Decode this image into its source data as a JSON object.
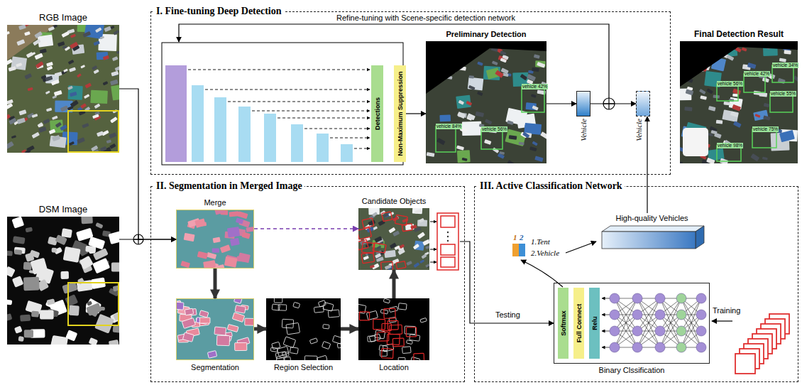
{
  "diagram": {
    "nodes": [
      {
        "text": [
          "RGB Image"
        ]
      },
      {
        "text": [
          "DSM Image"
        ]
      },
      {
        "text": [
          "I. Fine-tuning Deep Detection"
        ]
      },
      {
        "text": [
          "Detections"
        ],
        "in": 2
      },
      {
        "text": [
          "Non-Maximum Suppression"
        ],
        "in": 2
      },
      {
        "text": [
          "Preliminary Detection"
        ],
        "in": 2
      },
      {
        "text": [
          "Vehicle"
        ],
        "in": 2
      },
      {
        "text": [
          "Vehicle"
        ],
        "in": 2
      },
      {
        "text": [
          "Final Detection Result"
        ]
      },
      {
        "text": [
          "II. Segmentation in Merged Image"
        ]
      },
      {
        "text": [
          "Merge"
        ],
        "in": 9
      },
      {
        "text": [
          "Candidate Objects"
        ],
        "in": 9
      },
      {
        "text": [
          "Segmentation"
        ],
        "in": 9
      },
      {
        "text": [
          "Region Selection"
        ],
        "in": 9
      },
      {
        "text": [
          "Location"
        ],
        "in": 9
      },
      {
        "text": [
          "III. Active Classification Network"
        ]
      },
      {
        "text": [
          "High-quality Vehicles"
        ],
        "in": 15
      },
      {
        "text": [
          "Binary Clssification"
        ],
        "in": 15
      },
      {
        "text": [
          "Softmax"
        ],
        "in": 17
      },
      {
        "text": [
          "Full Connect"
        ],
        "in": 17
      },
      {
        "text": [
          "Relu"
        ],
        "in": 17
      }
    ],
    "edges": [
      {
        "from": 0,
        "to": 10,
        "arrow": "to"
      },
      {
        "from": 1,
        "to": 10,
        "arrow": "to"
      },
      {
        "from": 4,
        "to": 5,
        "arrow": "to"
      },
      {
        "from": 5,
        "to": 6,
        "arrow": "to"
      },
      {
        "from": 6,
        "to": 7,
        "arrow": "to"
      },
      {
        "from": 10,
        "to": 12,
        "arrow": "to"
      },
      {
        "from": 12,
        "to": 13,
        "arrow": "to"
      },
      {
        "from": 13,
        "to": 14,
        "arrow": "to"
      },
      {
        "from": 14,
        "to": 11,
        "arrow": "to"
      },
      {
        "from": 10,
        "to": 11,
        "arrow": "to"
      },
      {
        "from": 11,
        "to": 17,
        "label": "Testing",
        "arrow": "to"
      },
      {
        "from": 16,
        "to": 7,
        "arrow": "to"
      }
    ],
    "labels": [
      "Refine-tuning with Scene-specific detection network",
      "vehicle 84%",
      "vehicle 56%",
      "vehicle 42%",
      "vehicle 34%",
      "vehicle 42%",
      "vehicle 56%",
      "vehicle 55%",
      "vehicle 75%",
      "vehicle 98%",
      "1",
      "2",
      "Training"
    ],
    "legend": [
      {
        "text": "1.Tent",
        "color": "#f0a030"
      },
      {
        "text": "2.Vehicle",
        "color": "#3d8fd6"
      }
    ]
  }
}
